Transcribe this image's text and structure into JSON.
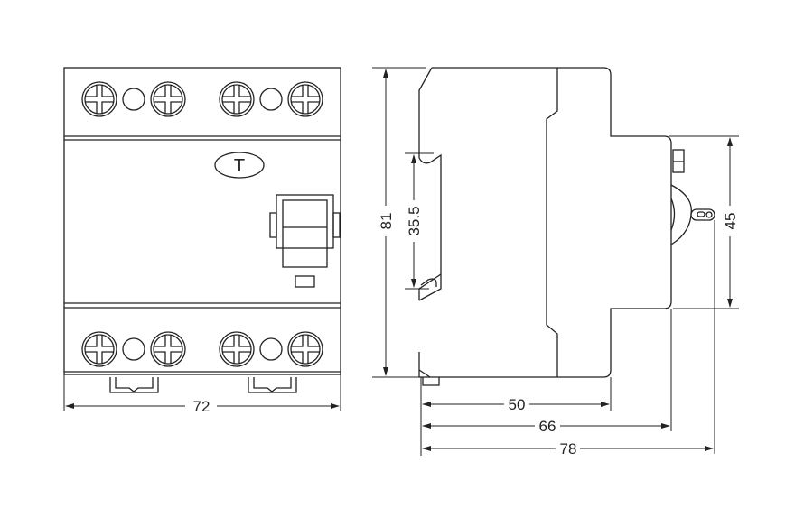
{
  "front_view": {
    "width_label": "72",
    "logo_letter": "T"
  },
  "side_view": {
    "height_label": "81",
    "rail_label": "35.5",
    "front_height_label": "45",
    "depth_labels": [
      "50",
      "66",
      "78"
    ]
  }
}
